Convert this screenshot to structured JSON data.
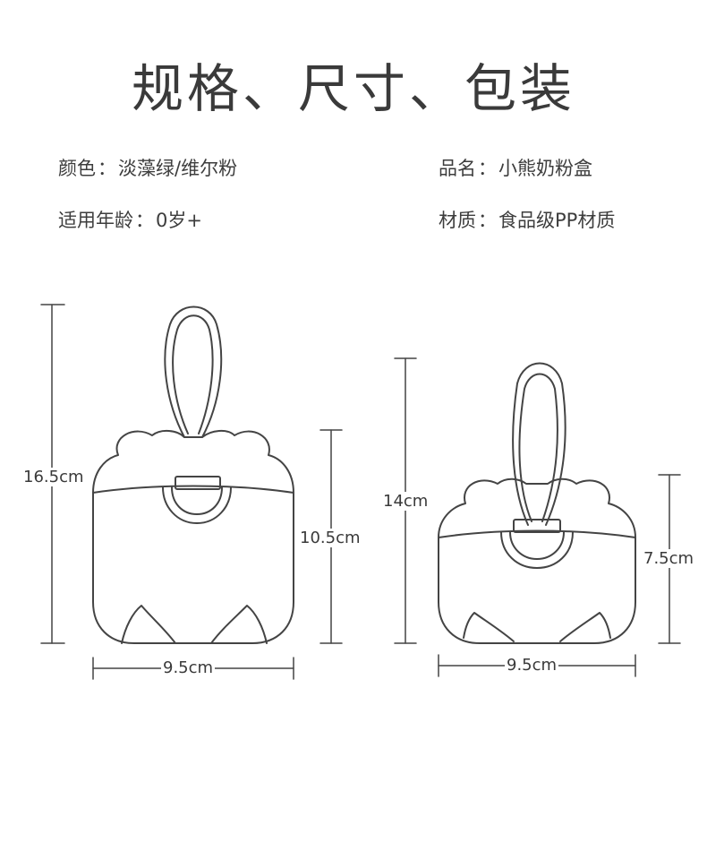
{
  "title": "规格、尺寸、包装",
  "specs": {
    "color": {
      "label": "颜色",
      "value": "淡藻绿/维尔粉"
    },
    "name": {
      "label": "品名",
      "value": "小熊奶粉盒"
    },
    "age": {
      "label": "适用年龄",
      "value": "0岁+"
    },
    "material": {
      "label": "材质",
      "value": "食品级PP材质"
    },
    "separator": "："
  },
  "large_box": {
    "total_height": "16.5cm",
    "body_height": "10.5cm",
    "width": "9.5cm"
  },
  "small_box": {
    "total_height": "14cm",
    "body_height": "7.5cm",
    "width": "9.5cm"
  },
  "colors": {
    "line": "#444444",
    "text": "#3c3c3c"
  }
}
